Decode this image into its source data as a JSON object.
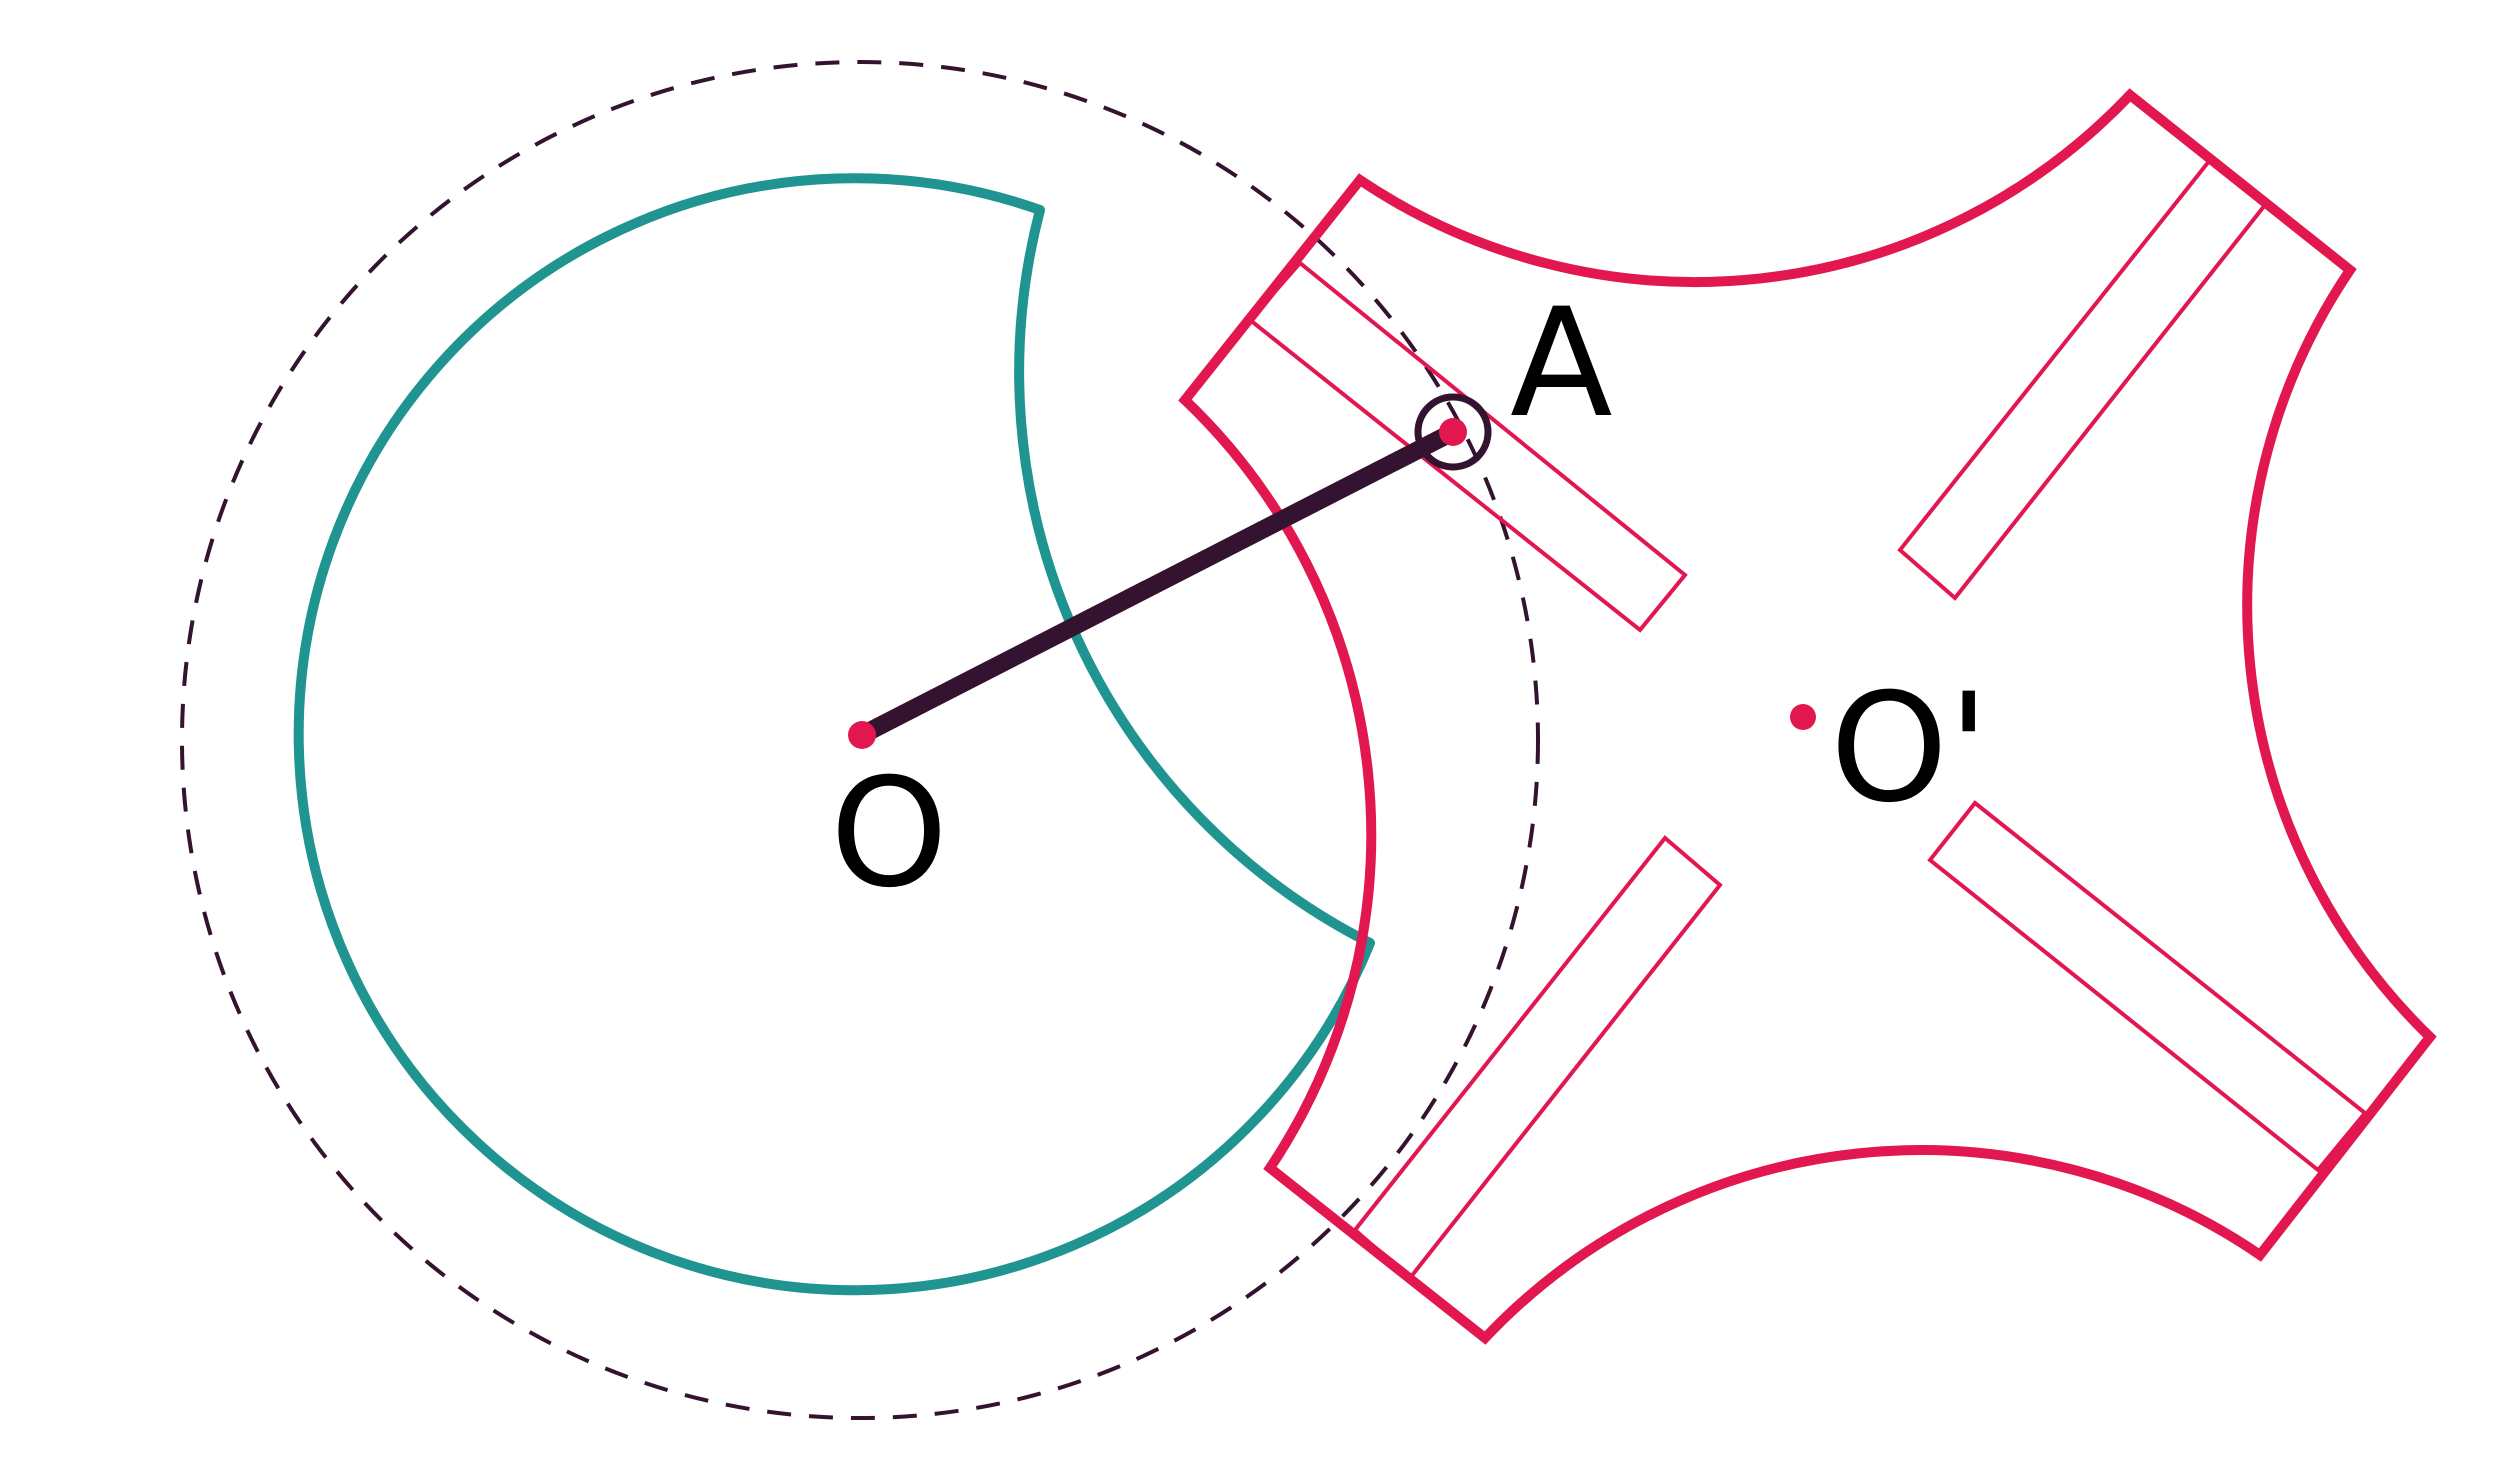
{
  "labels": {
    "center_left": "O",
    "center_right": "O'",
    "pin": "A"
  },
  "colors": {
    "crank_disk": "#1f9490",
    "geneva_wheel": "#e2174f",
    "crank_arm": "#33132f",
    "dashed_circle": "#33132f",
    "label": "#000000",
    "background": "#ffffff"
  }
}
